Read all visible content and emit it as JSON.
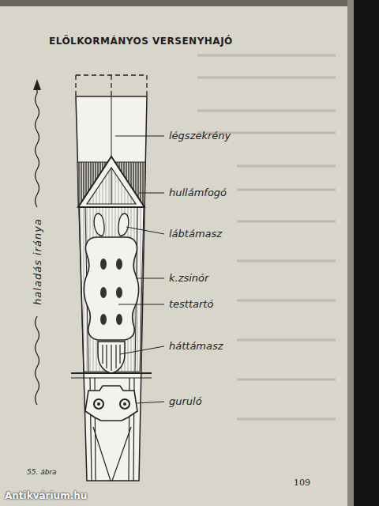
{
  "diagram": {
    "title": "ELÖLKORMÁNYOS VERSENYHAJÓ",
    "caption": "55. ábra",
    "labels": [
      "légszekrény",
      "hullámfogó",
      "lábtámasz",
      "k.zsinór",
      "testtartó",
      "háttámasz",
      "guruló",
      "haladás iránya",
      "109",
      "Antikvárium.hu"
    ]
  }
}
